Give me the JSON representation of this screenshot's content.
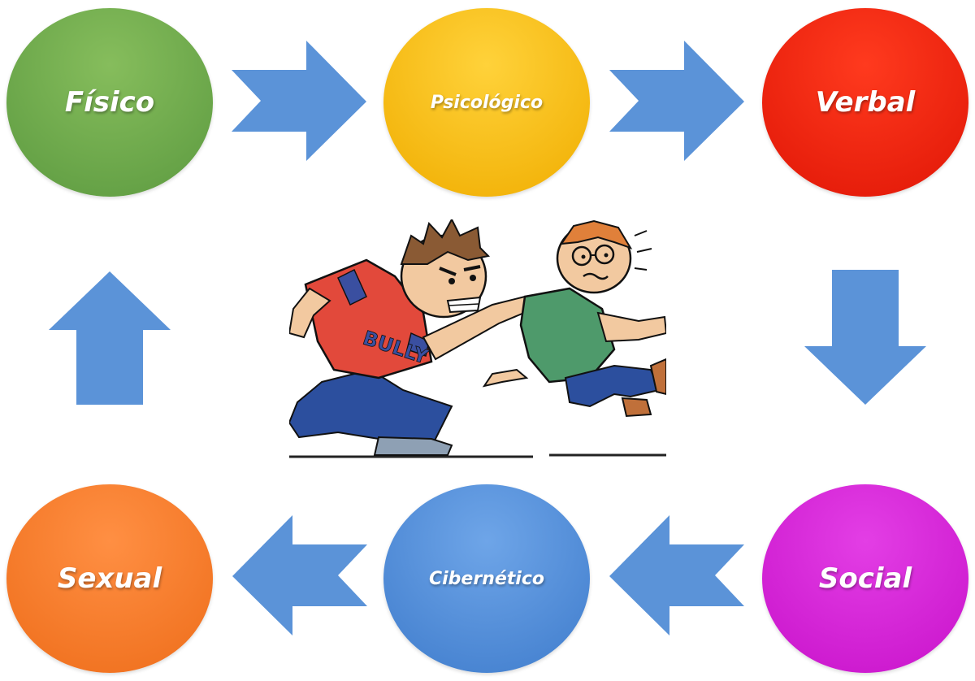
{
  "nodes": {
    "fisico": {
      "label": "Físico",
      "color": "#6aa84f"
    },
    "psicologico": {
      "label": "Psicológico",
      "color": "#f4b400"
    },
    "verbal": {
      "label": "Verbal",
      "color": "#ee1c0c"
    },
    "social": {
      "label": "Social",
      "color": "#d21bd4"
    },
    "cibernetico": {
      "label": "Cibernético",
      "color": "#4a86d4"
    },
    "sexual": {
      "label": "Sexual",
      "color": "#f37521"
    }
  },
  "arrow_color": "#5b93d8",
  "illustration": {
    "shirt_text": "BULLY"
  }
}
